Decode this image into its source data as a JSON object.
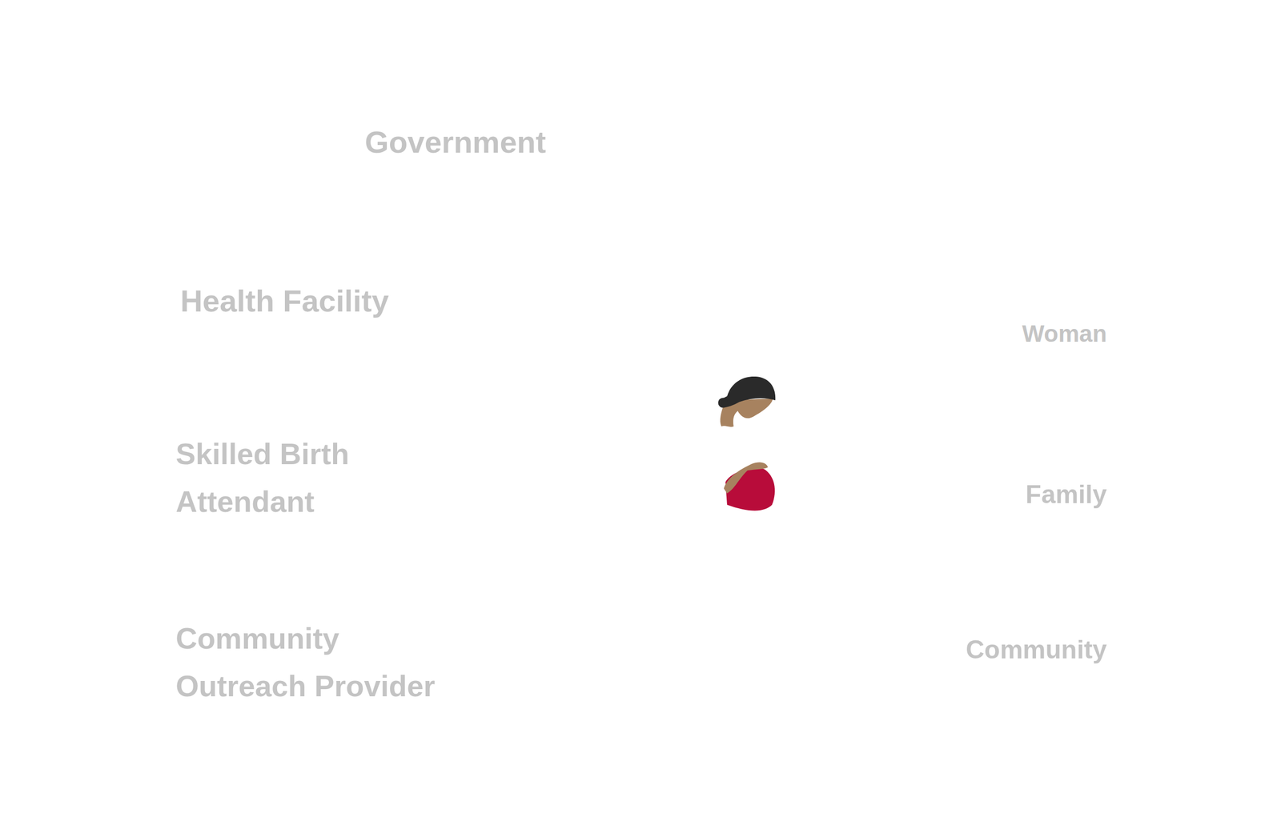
{
  "diagram": {
    "labels": [
      "Government",
      "Health Facility",
      "Woman",
      "Skilled Birth Attendant",
      "Family",
      "Community Outreach Provider",
      "Community"
    ]
  }
}
